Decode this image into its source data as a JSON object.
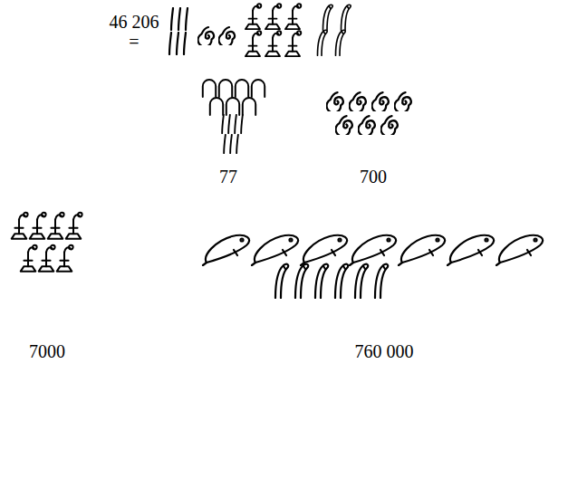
{
  "diagram": {
    "labels": [
      "46 206",
      "=",
      "77",
      "700",
      "7000",
      "760 000"
    ]
  }
}
